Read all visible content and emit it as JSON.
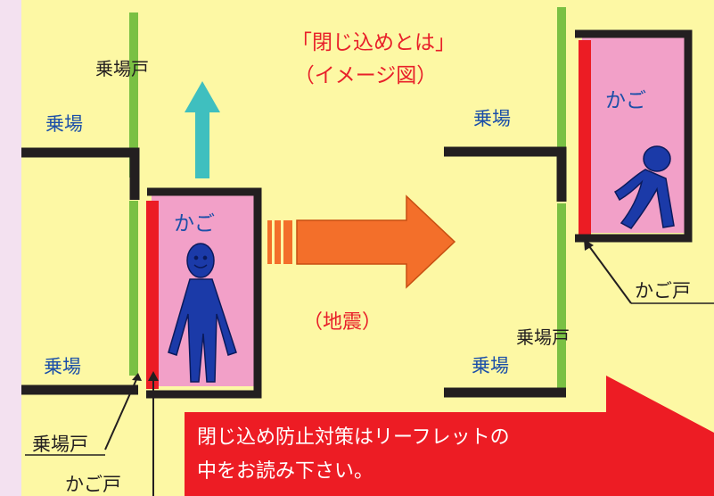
{
  "title": {
    "line1": "「閉じ込めとは」",
    "line2": "（イメージ図）"
  },
  "labels": {
    "landing_door": "乗場戸",
    "landing": "乗場",
    "car": "かご",
    "car_door": "かご戸",
    "earthquake": "（地震）"
  },
  "banner": {
    "line1": "閉じ込め防止対策はリーフレットの",
    "line2": "中をお読み下さい。"
  },
  "colors": {
    "background": "#fdf8a4",
    "border": "#f3e1f0",
    "car_fill": "#f2a0c8",
    "person": "#1b3aa8",
    "door_green": "#7ac043",
    "door_red": "#ec1c24",
    "wall": "#231f20",
    "arrow_teal": "#3fbfbf",
    "arrow_orange": "#f36f2a",
    "banner_red": "#ed1c24",
    "title_red": "#e8202a",
    "label_blue": "#1b4fa8"
  }
}
